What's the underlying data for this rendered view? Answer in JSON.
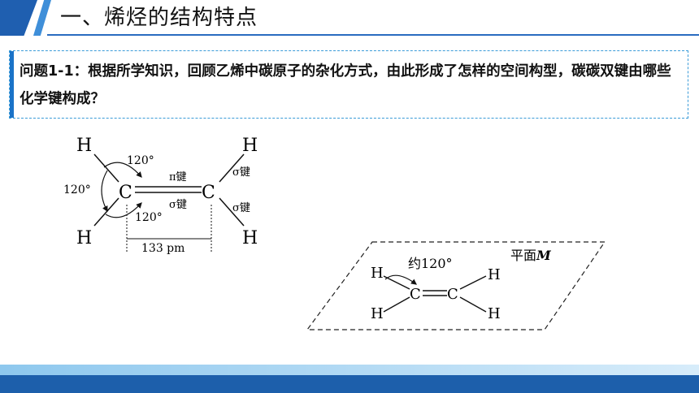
{
  "header": {
    "title": "一、烯烃的结构特点"
  },
  "question": {
    "text": "问题1-1：根据所学知识，回顾乙烯中碳原子的杂化方式，由此形成了怎样的空间构型，碳碳双键由哪些化学键构成？"
  },
  "diagram_left": {
    "h_top_left": "H",
    "h_bottom_left": "H",
    "h_top_right": "H",
    "h_bottom_right": "H",
    "c_left": "C",
    "c_right": "C",
    "angle_top": "120°",
    "angle_left": "120°",
    "angle_bottom": "120°",
    "pi_bond": "π键",
    "sigma_bond_center": "σ键",
    "sigma_bond_top_right": "σ键",
    "sigma_bond_bottom_right": "σ键",
    "bond_length": "133 pm"
  },
  "diagram_right": {
    "plane_label": "平面",
    "plane_symbol": "M",
    "angle_label": "约120°",
    "h_top_left": "H",
    "h_bottom_left": "H",
    "h_top_right": "H",
    "h_bottom_right": "H",
    "c_left": "C",
    "c_right": "C"
  },
  "colors": {
    "header_blue": "#1f5fb0",
    "accent_blue": "#3f8fd9",
    "footer_dark": "#1d5fab",
    "box_border": "#3a9bd8"
  }
}
